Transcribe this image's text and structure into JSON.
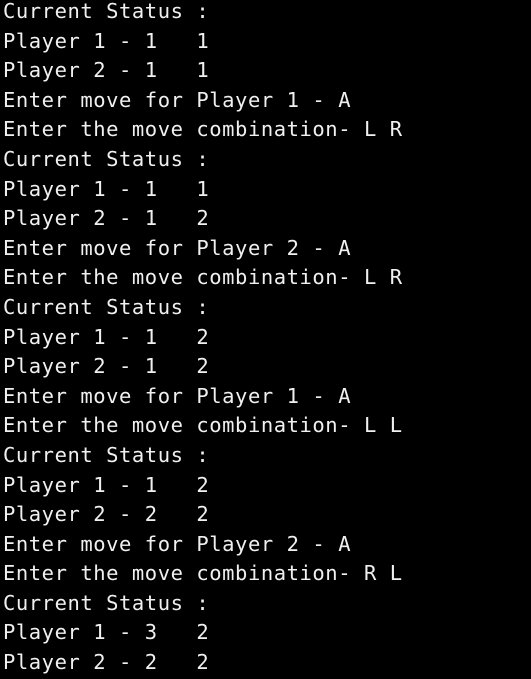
{
  "console": {
    "background": "#000000",
    "text_color": "#f0f0f0",
    "lines": [
      "Current Status :",
      "Player 1 - 1   1",
      "Player 2 - 1   1",
      "Enter move for Player 1 - A",
      "Enter the move combination- L R",
      "Current Status :",
      "Player 1 - 1   1",
      "Player 2 - 1   2",
      "Enter move for Player 2 - A",
      "Enter the move combination- L R",
      "Current Status :",
      "Player 1 - 1   2",
      "Player 2 - 1   2",
      "Enter move for Player 1 - A",
      "Enter the move combination- L L",
      "Current Status :",
      "Player 1 - 1   2",
      "Player 2 - 2   2",
      "Enter move for Player 2 - A",
      "Enter the move combination- R L",
      "Current Status :",
      "Player 1 - 3   2",
      "Player 2 - 2   2"
    ]
  }
}
